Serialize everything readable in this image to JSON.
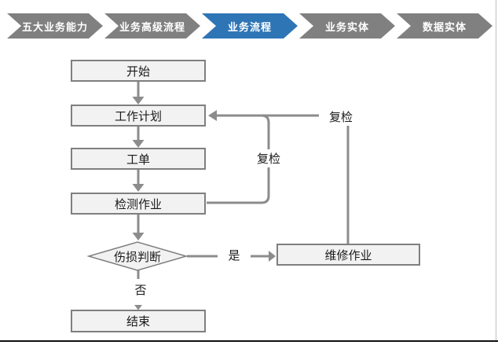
{
  "nav": {
    "active_color": "#2E75B6",
    "inactive_color": "#808080",
    "items": [
      {
        "label": "五大业务能力",
        "active": false
      },
      {
        "label": "业务高级流程",
        "active": false
      },
      {
        "label": "业务流程",
        "active": true
      },
      {
        "label": "业务实体",
        "active": false
      },
      {
        "label": "数据实体",
        "active": false
      }
    ]
  },
  "flowchart": {
    "nodes": {
      "start": "开始",
      "work_plan": "工作计划",
      "work_order": "工单",
      "inspection": "检测作业",
      "damage_decision": "伤损判断",
      "repair": "维修作业",
      "end": "结束"
    },
    "edge_labels": {
      "recheck_inner": "复检",
      "recheck_outer": "复检",
      "yes": "是",
      "no": "否"
    },
    "colors": {
      "node_fill": "#F2F2F2",
      "node_border": "#7F7F7F",
      "connector": "#8C8C8C"
    }
  }
}
